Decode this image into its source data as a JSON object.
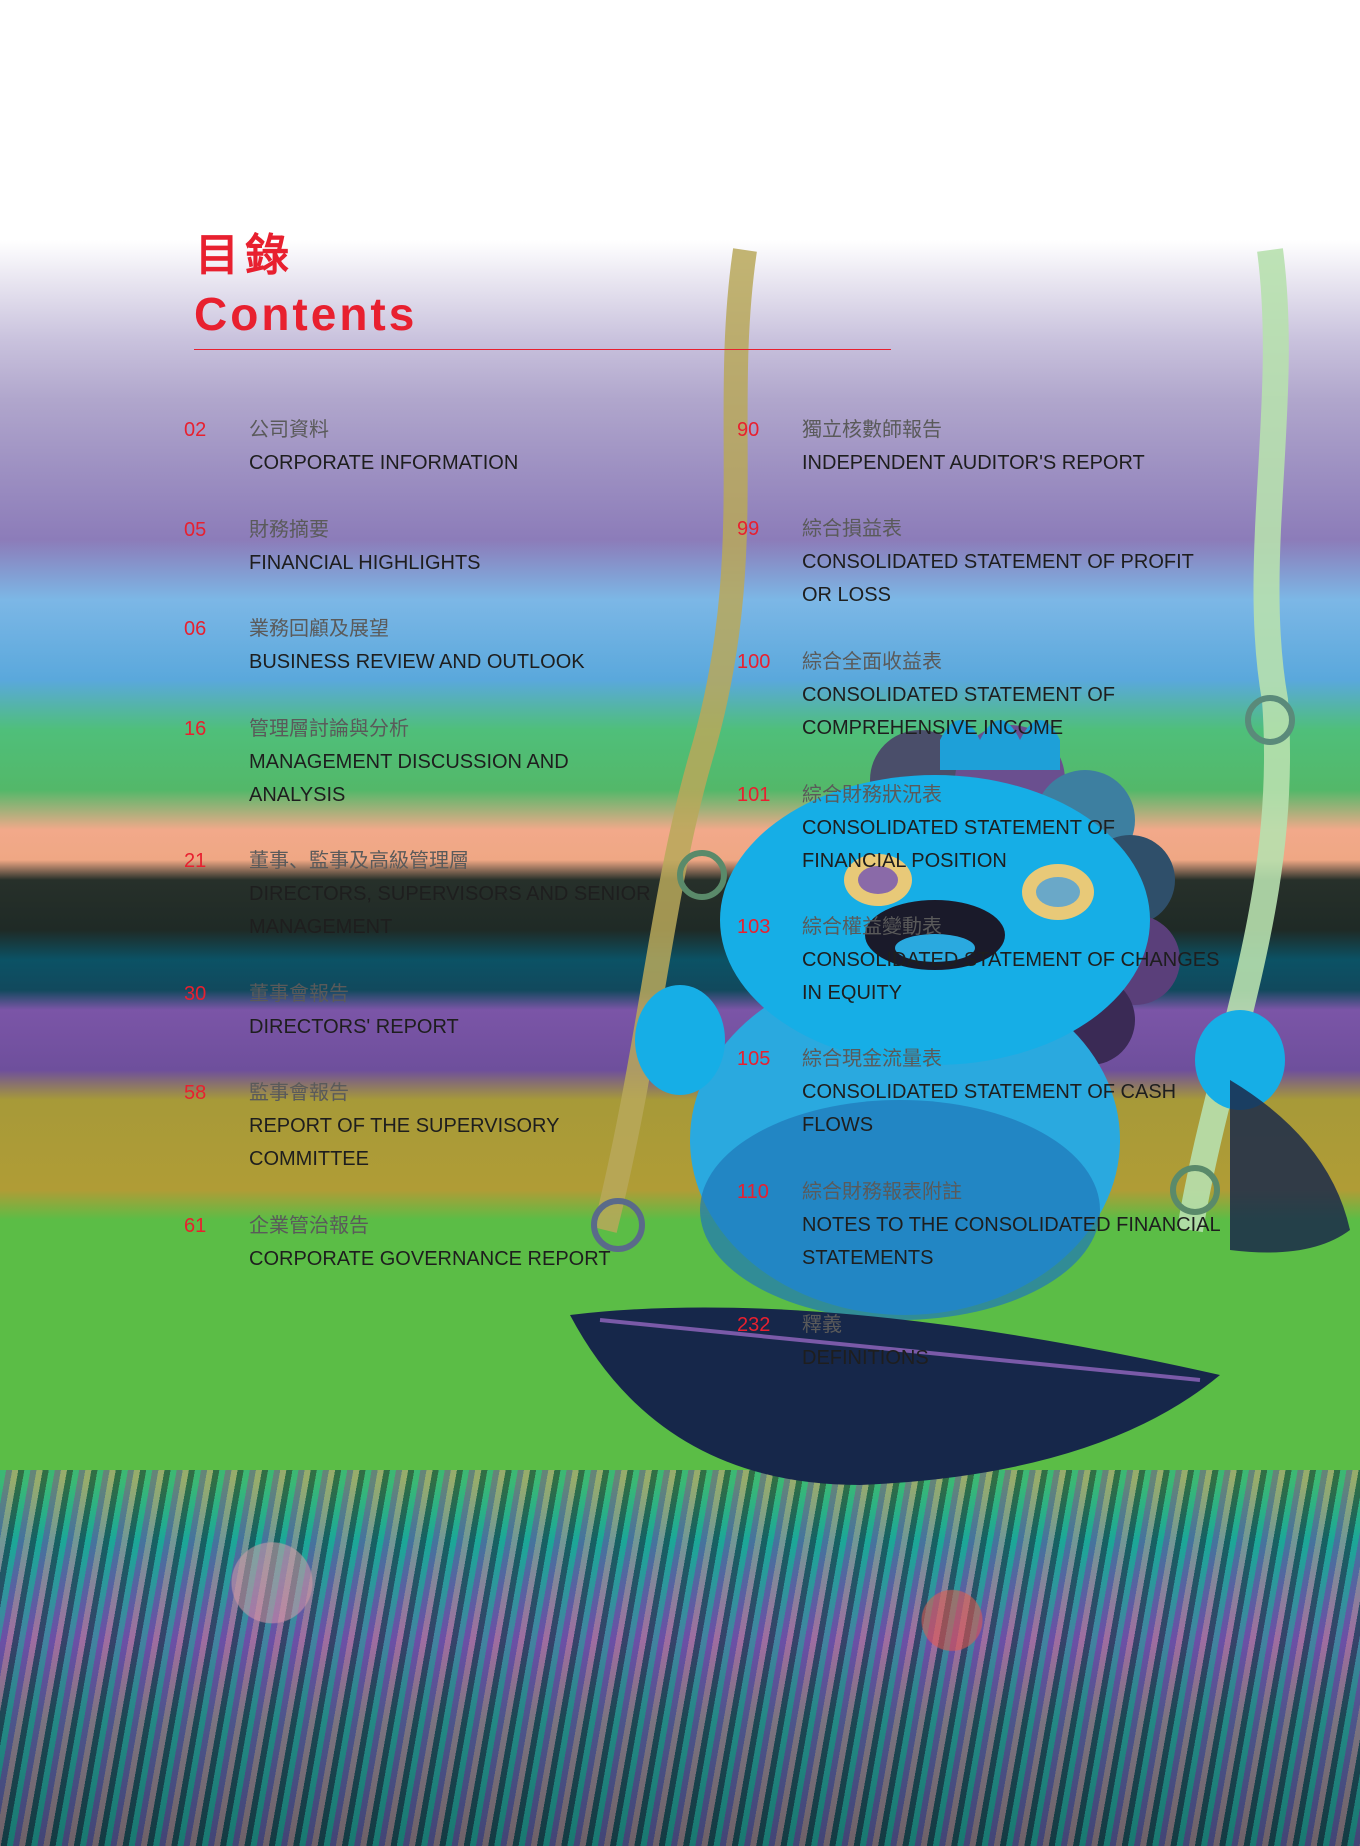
{
  "header": {
    "title_zh": "目錄",
    "title_en": "Contents"
  },
  "toc": {
    "left": [
      {
        "page": "02",
        "zh": "公司資料",
        "en": "CORPORATE INFORMATION"
      },
      {
        "page": "05",
        "zh": "財務摘要",
        "en": "FINANCIAL HIGHLIGHTS"
      },
      {
        "page": "06",
        "zh": "業務回顧及展望",
        "en": "BUSINESS REVIEW AND OUTLOOK"
      },
      {
        "page": "16",
        "zh": "管理層討論與分析",
        "en": "MANAGEMENT DISCUSSION AND ANALYSIS"
      },
      {
        "page": "21",
        "zh": "董事、監事及高級管理層",
        "en": "DIRECTORS, SUPERVISORS AND SENIOR MANAGEMENT"
      },
      {
        "page": "30",
        "zh": "董事會報告",
        "en": "DIRECTORS' REPORT"
      },
      {
        "page": "58",
        "zh": "監事會報告",
        "en": "REPORT OF THE SUPERVISORY COMMITTEE"
      },
      {
        "page": "61",
        "zh": "企業管治報告",
        "en": "CORPORATE GOVERNANCE REPORT"
      }
    ],
    "right": [
      {
        "page": "90",
        "zh": "獨立核數師報告",
        "en": "INDEPENDENT AUDITOR'S REPORT"
      },
      {
        "page": "99",
        "zh": "綜合損益表",
        "en": "CONSOLIDATED STATEMENT OF PROFIT OR LOSS"
      },
      {
        "page": "100",
        "zh": "綜合全面收益表",
        "en": "CONSOLIDATED STATEMENT OF COMPREHENSIVE INCOME"
      },
      {
        "page": "101",
        "zh": "綜合財務狀況表",
        "en": "CONSOLIDATED STATEMENT OF FINANCIAL POSITION"
      },
      {
        "page": "103",
        "zh": "綜合權益變動表",
        "en": "CONSOLIDATED STATEMENT OF CHANGES IN EQUITY"
      },
      {
        "page": "105",
        "zh": "綜合現金流量表",
        "en": "CONSOLIDATED STATEMENT OF CASH FLOWS"
      },
      {
        "page": "110",
        "zh": "綜合財務報表附註",
        "en": "NOTES TO THE CONSOLIDATED FINANCIAL STATEMENTS"
      },
      {
        "page": "232",
        "zh": "釋義",
        "en": "DEFINITIONS"
      }
    ]
  },
  "colors": {
    "accent": "#e8202f",
    "text_dark": "#1e1e1e",
    "text_zh": "#5a5a5a"
  },
  "icons": {
    "illustration": "cartoon-creature-on-swing-illustration"
  }
}
